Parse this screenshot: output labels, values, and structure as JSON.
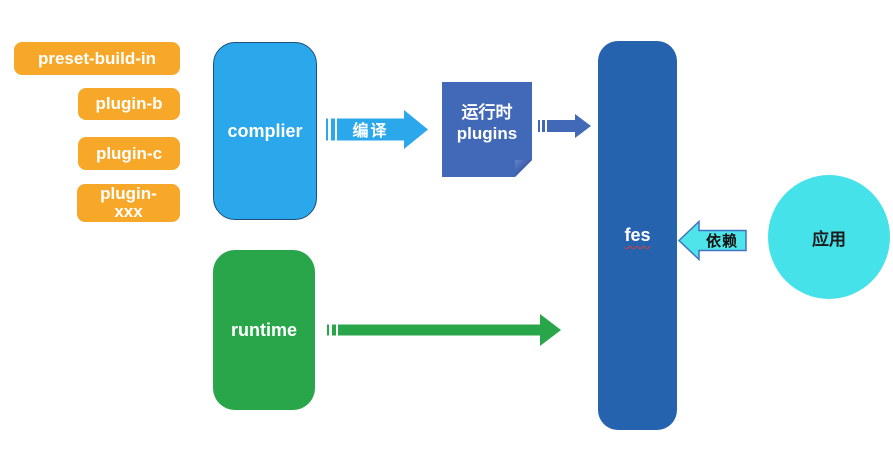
{
  "diagram": {
    "background": "#ffffff",
    "plugin_pills": {
      "fill": "#F7A828",
      "text_color": "#ffffff",
      "items": [
        {
          "label": "preset-build-in"
        },
        {
          "label": "plugin-b"
        },
        {
          "label": "plugin-c"
        },
        {
          "label": "plugin-xxx"
        }
      ]
    },
    "nodes": {
      "complier": {
        "label": "complier",
        "fill": "#2BA7EC",
        "border": "#1F4E79",
        "text_color": "#ffffff"
      },
      "runtime": {
        "label": "runtime",
        "fill": "#2AA64A",
        "text_color": "#ffffff"
      },
      "runtime_plugins": {
        "line1": "运行时",
        "line2": "plugins",
        "fill": "#4169B8",
        "fold_fill": "#2E4C99",
        "text_color": "#ffffff",
        "shape": "folded-corner-note"
      },
      "fes": {
        "label": "fes",
        "fill": "#2563AF",
        "text_color": "#ffffff",
        "underline": "red-wavy-spellcheck"
      },
      "app": {
        "label": "应用",
        "fill": "#45E2EA",
        "text_color": "#1a1a1a",
        "shape": "ellipse"
      }
    },
    "arrows": {
      "compile": {
        "label": "编译",
        "fill": "#2BA7EC",
        "label_color": "#ffffff",
        "direction": "right",
        "from": "complier",
        "to": "runtime_plugins",
        "style": "striped-block-arrow"
      },
      "plugins_to_fes": {
        "fill": "#4169B8",
        "direction": "right",
        "from": "runtime_plugins",
        "to": "fes",
        "style": "striped-block-arrow"
      },
      "runtime_to_fes": {
        "fill": "#2AA64A",
        "direction": "right",
        "from": "runtime",
        "to": "fes",
        "style": "striped-block-arrow"
      },
      "depends": {
        "label": "依赖",
        "fill": "#4DE4EA",
        "stroke": "#4472C4",
        "label_color": "#111111",
        "direction": "left",
        "from": "app",
        "to": "fes",
        "style": "outlined-block-arrow"
      }
    }
  }
}
